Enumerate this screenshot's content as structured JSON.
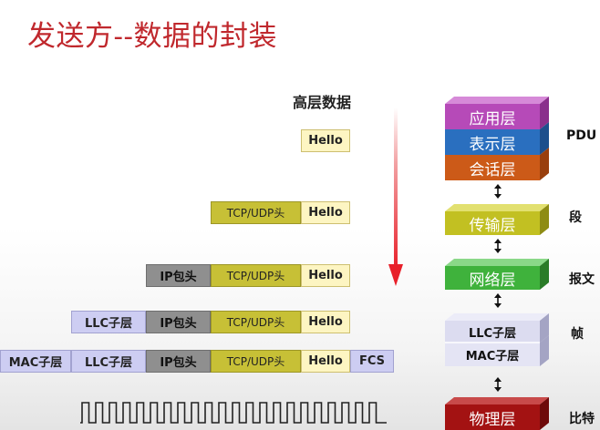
{
  "title": "发送方--数据的封装",
  "high_layer_data_label": "高层数据",
  "rows": {
    "row1": {
      "hello": "Hello"
    },
    "row2": {
      "tcp": "TCP/UDP头",
      "hello": "Hello"
    },
    "row3": {
      "ip": "IP包头",
      "tcp": "TCP/UDP头",
      "hello": "Hello"
    },
    "row4": {
      "llc": "LLC子层",
      "ip": "IP包头",
      "tcp": "TCP/UDP头",
      "hello": "Hello"
    },
    "row5": {
      "mac": "MAC子层",
      "llc": "LLC子层",
      "ip": "IP包头",
      "tcp": "TCP/UDP头",
      "hello": "Hello",
      "fcs": "FCS"
    }
  },
  "layers": {
    "application": "应用层",
    "presentation": "表示层",
    "session": "会话层",
    "transport": "传输层",
    "network": "网络层",
    "llc": "LLC子层",
    "mac": "MAC子层",
    "physical": "物理层"
  },
  "pdu_labels": {
    "pdu": "PDU",
    "segment": "段",
    "packet": "报文",
    "frame": "帧",
    "bit": "比特"
  },
  "colors": {
    "title": "#c0282d",
    "application": "#b64ab8",
    "presentation": "#2a6fbf",
    "session": "#cc5a18",
    "transport": "#c2c022",
    "network": "#3fb23c",
    "datalink": "#d6d6ee",
    "physical": "#a31212",
    "arrow": "#e8202a"
  },
  "icons": {
    "down_arrow": "down-arrow-icon",
    "signal": "square-wave-icon",
    "updown": "up-down-arrow-icon"
  }
}
